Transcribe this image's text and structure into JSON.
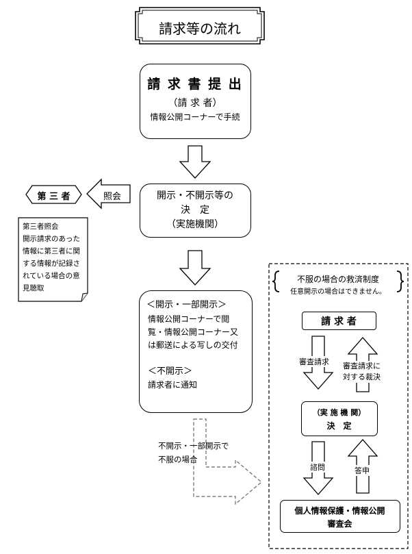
{
  "title": "請求等の流れ",
  "request_box": {
    "heading": "請 求 書 提 出",
    "sub": "（請 求 者）",
    "note": "情報公開コーナーで手続"
  },
  "decision_box": {
    "line1": "開示・不開示等の",
    "line2": "決　定",
    "line3": "（実施機関）"
  },
  "third_party": {
    "label": "第 三 者",
    "arrow_label": "照会",
    "note_title": "第三者照会",
    "note_lines": [
      "開示請求のあった",
      "情報に第三者に関",
      "する情報が記録さ",
      "れている場合の意",
      "見聴取"
    ]
  },
  "result_box": {
    "disclose_heading": "＜開示・一部開示＞",
    "disclose_lines": [
      "情報公開コーナーで閲",
      "覧・情報公開コーナー又",
      "は郵送による写しの交付"
    ],
    "nondisclose_heading": "＜不開示＞",
    "nondisclose_line": "請求者に通知"
  },
  "dissatisfaction_label": [
    "不開示・一部開示で",
    "不服の場合"
  ],
  "remedy": {
    "title": "不服の場合の救済制度",
    "subtitle": "任意開示の場合はできません。",
    "requester": "請 求 者",
    "review_request": "審査請求",
    "ruling_lines": [
      "審査請求に",
      "対する裁決"
    ],
    "agency_line1": "（実 施 機 関）",
    "agency_line2": "決　定",
    "consult": "諮問",
    "report": "答申",
    "council_line1": "個人情報保護・情報公開",
    "council_line2": "審査会"
  }
}
